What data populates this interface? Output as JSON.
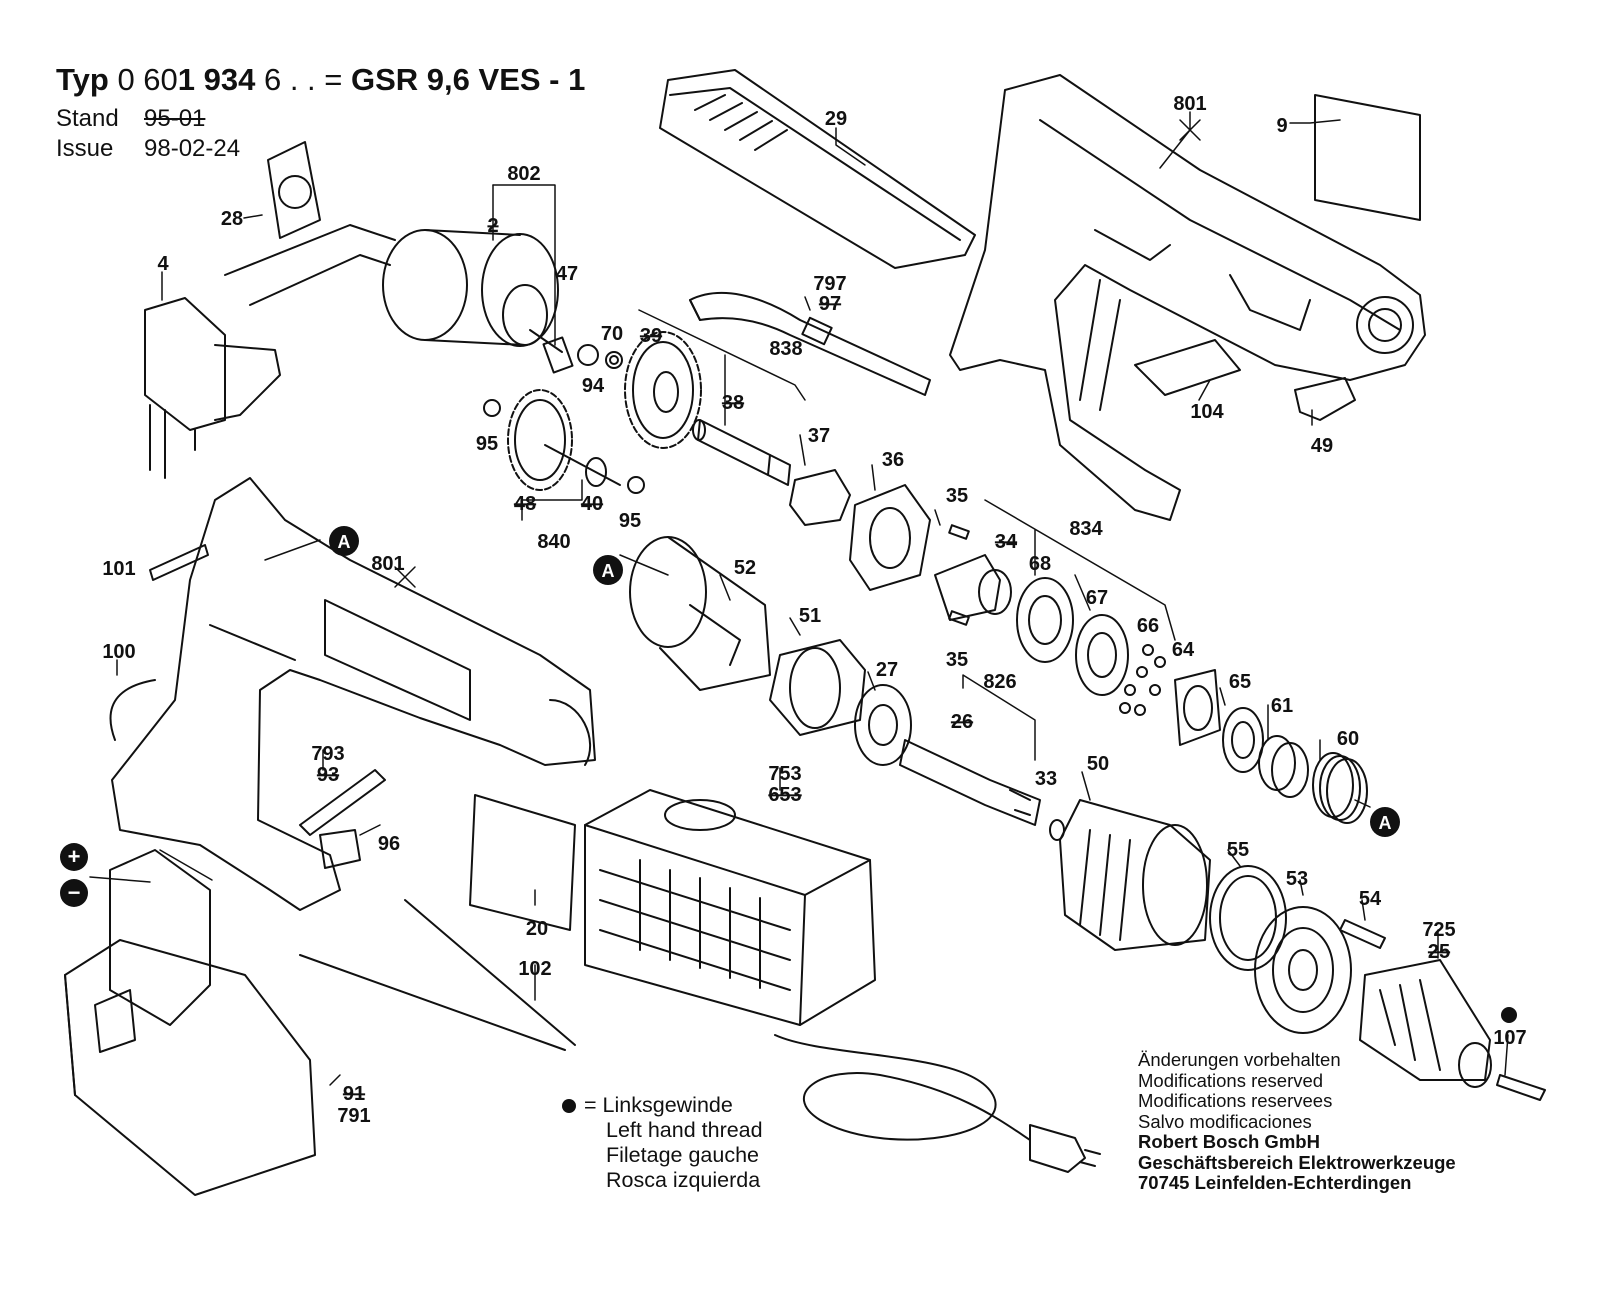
{
  "header": {
    "typ_label": "Typ",
    "typ_number_prefix": "0 60",
    "typ_number_bold": "1 934",
    "typ_number_suffix": " 6 . . =",
    "model": "GSR 9,6  VES - 1",
    "stand_label": "Stand",
    "stand_value": "95-01",
    "issue_label": "Issue",
    "issue_value": "98-02-24"
  },
  "legend": {
    "symbol": "=",
    "lines": [
      "Linksgewinde",
      "Left hand thread",
      "Filetage gauche",
      "Rosca izquierda"
    ]
  },
  "notes": {
    "lines": [
      "Änderungen vorbehalten",
      "Modifications reserved",
      "Modifications reservees",
      "Salvo modificaciones"
    ],
    "company_lines": [
      "Robert Bosch GmbH",
      "Geschäftsbereich Elektrowerkzeuge",
      "70745 Leinfelden-Echterdingen"
    ]
  },
  "markers": {
    "A": "A",
    "plus": "+",
    "minus": "−"
  },
  "labels": {
    "p29": "29",
    "p801a": "801",
    "p9": "9",
    "p802": "802",
    "p2": "2",
    "p28": "28",
    "p4": "4",
    "p47": "47",
    "p797": "797",
    "p97": "97",
    "p70": "70",
    "p39": "39",
    "p838": "838",
    "p94": "94",
    "p95a": "95",
    "p38": "38",
    "p37": "37",
    "p104": "104",
    "p49": "49",
    "p48": "48",
    "p40": "40",
    "p95b": "95",
    "p840": "840",
    "p36": "36",
    "p35a": "35",
    "p834": "834",
    "p34": "34",
    "p68": "68",
    "p101": "101",
    "p801b": "801",
    "p52": "52",
    "p51": "51",
    "p67": "67",
    "p66": "66",
    "p35b": "35",
    "p64": "64",
    "p100": "100",
    "p27": "27",
    "p826": "826",
    "p65": "65",
    "p61": "61",
    "p26": "26",
    "p60": "60",
    "p793": "793",
    "p93": "93",
    "p753": "753",
    "p653": "653",
    "p33": "33",
    "p50": "50",
    "p96": "96",
    "p55": "55",
    "p53": "53",
    "p54": "54",
    "p725": "725",
    "p25": "25",
    "p20": "20",
    "p102": "102",
    "p107": "107",
    "p91": "91",
    "p791": "791"
  }
}
